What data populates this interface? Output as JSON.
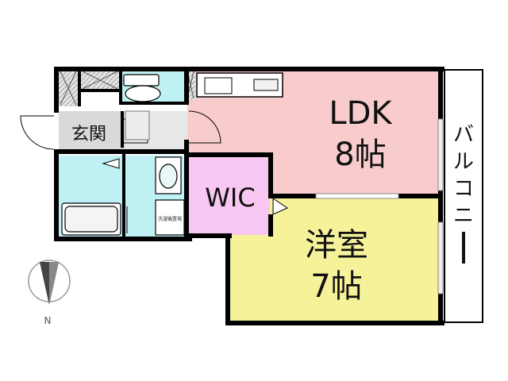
{
  "rooms": {
    "ldk": {
      "name": "LDK",
      "size": "8帖",
      "color": "#f8cccc"
    },
    "western": {
      "name": "洋室",
      "size": "7帖",
      "color": "#f6f29a"
    },
    "wic": {
      "name": "WIC",
      "color": "#f8c8f2"
    },
    "entrance": {
      "name": "玄関",
      "color": "#d8d8d8"
    },
    "balcony": {
      "name": "バルコニー",
      "color": "#ffffff"
    },
    "wet_area_color": "#bff0f4"
  },
  "fixtures": {
    "washer_space_label": "洗濯機置場"
  },
  "compass": {
    "label": "N",
    "icon": "north-arrow-icon"
  },
  "colors": {
    "wall": "#000000",
    "hatch": "#9a9a9a"
  }
}
